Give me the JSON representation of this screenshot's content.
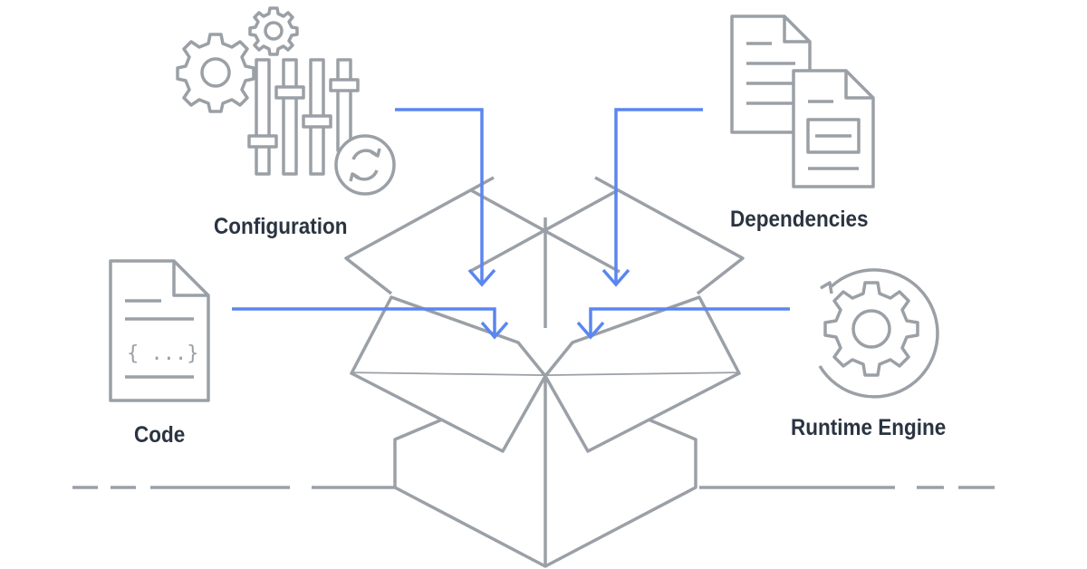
{
  "colors": {
    "icon_gray": "#9aa0a6",
    "arrow_blue": "#5b86f0",
    "label_dark": "#2a3441"
  },
  "labels": {
    "configuration": "Configuration",
    "dependencies": "Dependencies",
    "code": "Code",
    "runtime_engine": "Runtime Engine"
  },
  "code_icon": {
    "snippet": "{ ...}"
  },
  "icons": [
    "gears-sliders-icon",
    "documents-icon",
    "code-file-icon",
    "gear-refresh-icon",
    "open-box-icon"
  ]
}
